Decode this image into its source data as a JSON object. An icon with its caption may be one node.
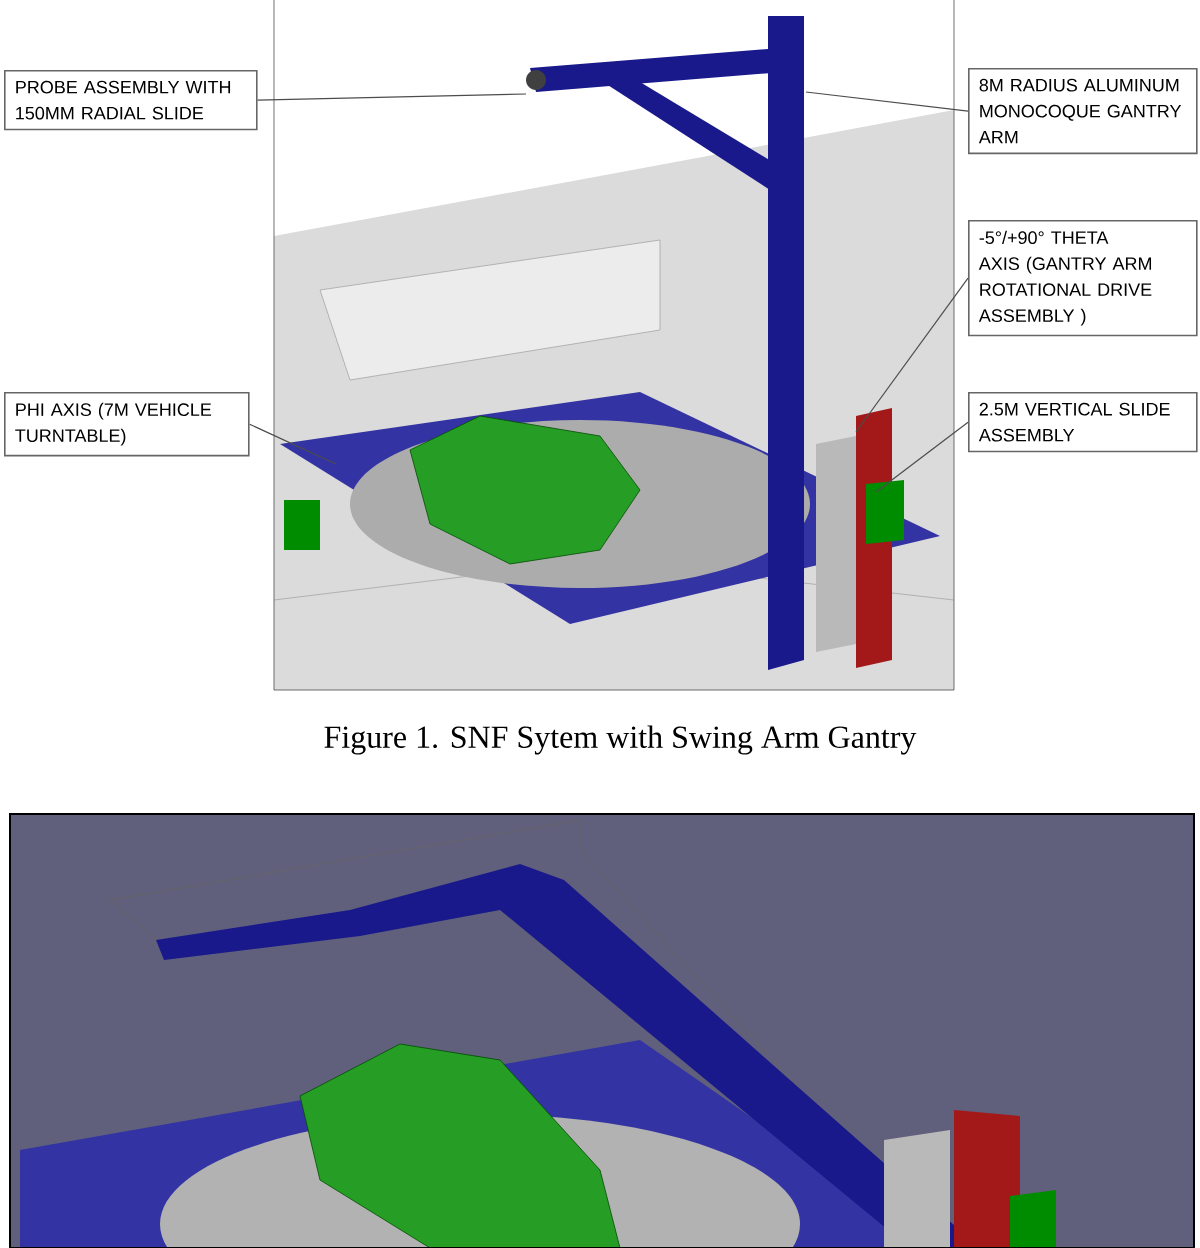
{
  "diagram": {
    "caption": "Figure 1.    SNF Sytem with Swing Arm Gantry",
    "nodes": [
      {
        "text": [
          "PROBE ASSEMBLY WITH 150MM RADIAL SLIDE"
        ]
      },
      {
        "text": [
          "8M RADIUS ALUMINUM MONOCOQUE GANTRY ARM"
        ]
      },
      {
        "text": [
          "-5°/+90° THETA AXIS (GANTRY ARM ROTATIONAL DRIVE ASSEMBLY )"
        ]
      },
      {
        "text": [
          "PHI AXIS (7M VEHICLE TURNTABLE)"
        ]
      },
      {
        "text": [
          "2.5M VERTICAL SLIDE ASSEMBLY"
        ]
      }
    ],
    "edges": [
      {
        "from": 0,
        "to": null,
        "arrow": "none"
      },
      {
        "from": 1,
        "to": null,
        "arrow": "none"
      },
      {
        "from": 2,
        "to": null,
        "arrow": "none"
      },
      {
        "from": 3,
        "to": null,
        "arrow": "none"
      },
      {
        "from": 4,
        "to": null,
        "arrow": "none"
      }
    ]
  }
}
